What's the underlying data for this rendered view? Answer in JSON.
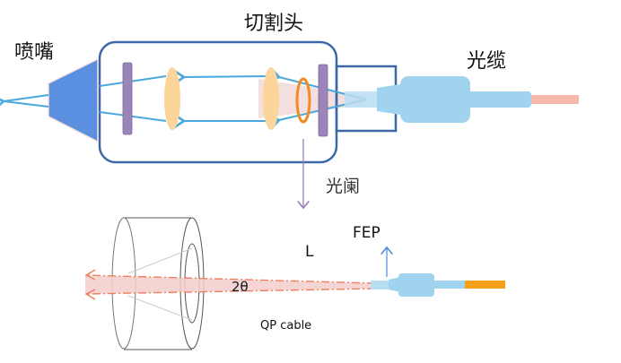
{
  "labels": {
    "nozzle": "喷嘴",
    "cutting_head": "切割头",
    "fiber_cable": "光缆",
    "aperture": "光阑",
    "length": "L",
    "fep": "FEP",
    "angle": "2θ",
    "qp_cable": "QP cable"
  },
  "colors": {
    "housing": "#3d68a8",
    "nozzle": "#5b8fe0",
    "beam": "#4aa8dc",
    "lens": "#fbd59a",
    "window": "#9b84b8",
    "aperture_ring": "#f08a24",
    "cable": "#9fd3ee",
    "fiber_core": "#f6b8a8",
    "beam_cone": "#f3cccc",
    "fiber_orange": "#f7a017",
    "fep_arrow": "#5b8fe0"
  }
}
